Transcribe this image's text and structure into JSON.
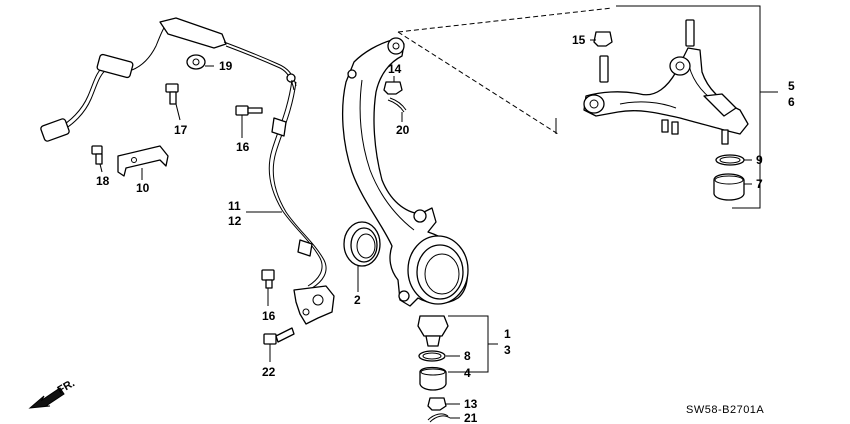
{
  "diagram": {
    "code": "SW58-B2701A",
    "direction_label": "FR.",
    "callouts": {
      "c1": "1",
      "c2": "2",
      "c3": "3",
      "c4": "4",
      "c5": "5",
      "c6": "6",
      "c7": "7",
      "c8": "8",
      "c9": "9",
      "c10": "10",
      "c11": "11",
      "c12": "12",
      "c13": "13",
      "c14": "14",
      "c15": "15",
      "c16a": "16",
      "c16b": "16",
      "c17": "17",
      "c18": "18",
      "c19": "19",
      "c20": "20",
      "c21": "21",
      "c22": "22"
    }
  }
}
